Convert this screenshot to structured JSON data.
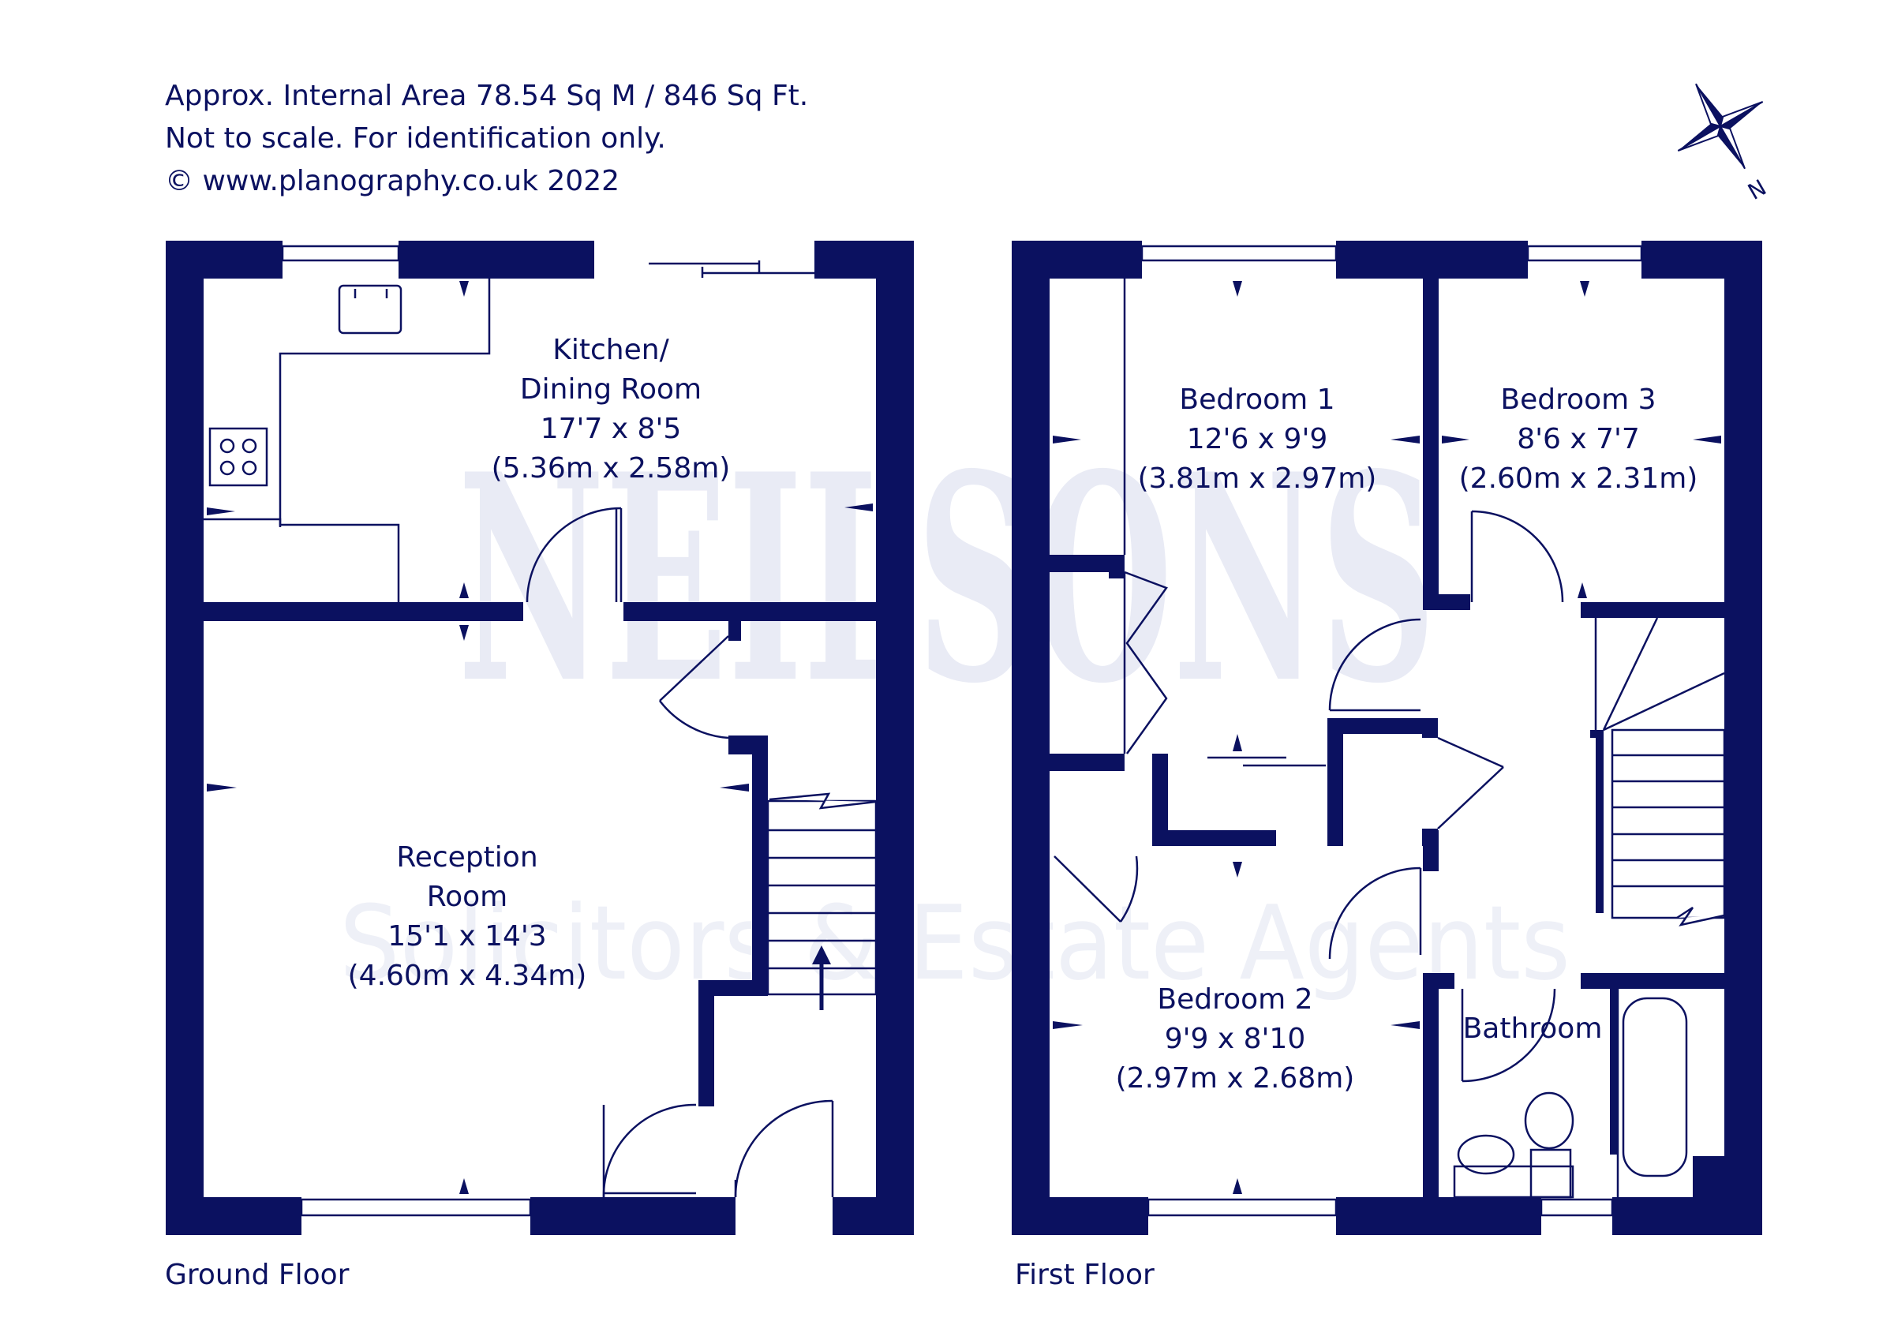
{
  "header": {
    "line1": "Approx. Internal Area 78.54 Sq M / 846 Sq Ft.",
    "line2": "Not to scale. For identification only.",
    "line3": "© www.planography.co.uk 2022"
  },
  "compass": {
    "letter": "N"
  },
  "watermark": {
    "brand": "NEILSONS",
    "tagline": "Solicitors & Estate Agents"
  },
  "ground_floor": {
    "label": "Ground Floor",
    "kitchen": {
      "name_l1": "Kitchen/",
      "name_l2": "Dining Room",
      "imperial": "17'7 x 8'5",
      "metric": "(5.36m x 2.58m)"
    },
    "reception": {
      "name_l1": "Reception",
      "name_l2": "Room",
      "imperial": "15'1 x 14'3",
      "metric": "(4.60m x 4.34m)"
    }
  },
  "first_floor": {
    "label": "First Floor",
    "bedroom1": {
      "name": "Bedroom 1",
      "imperial": "12'6 x 9'9",
      "metric": "(3.81m x 2.97m)"
    },
    "bedroom3": {
      "name": "Bedroom 3",
      "imperial": "8'6 x 7'7",
      "metric": "(2.60m x 2.31m)"
    },
    "bedroom2": {
      "name": "Bedroom 2",
      "imperial": "9'9 x 8'10",
      "metric": "(2.97m x 2.68m)"
    },
    "bathroom": {
      "name": "Bathroom"
    }
  },
  "colors": {
    "wall": "#0b1160",
    "watermark": "#e9ebf5",
    "background": "#ffffff"
  }
}
